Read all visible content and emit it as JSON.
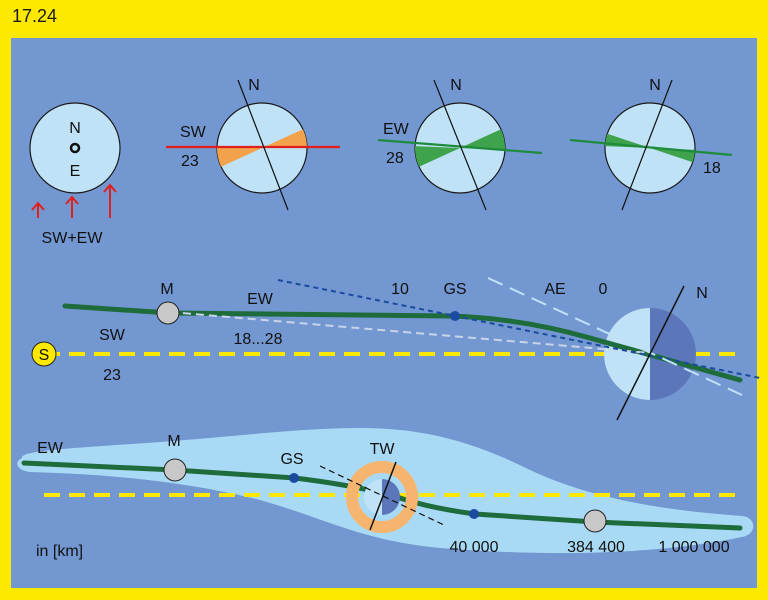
{
  "header": {
    "title": "17.24"
  },
  "colors": {
    "frame": "#fde800",
    "panel": "#7397d0",
    "light_blue": "#bfe2f7",
    "dark_blue": "#5b77b9",
    "green": "#1e6b3c",
    "sector_green": "#3fa34d",
    "sector_orange": "#f2a24a",
    "red": "#e0201c",
    "yellow": "#fde800",
    "ring_orange": "#f6b56f"
  },
  "compass": {
    "north": "N",
    "east": "E",
    "caption": "SW+EW"
  },
  "dials": [
    {
      "north": "N",
      "label": "SW",
      "value": "23"
    },
    {
      "north": "N",
      "label": "EW",
      "value": "28"
    },
    {
      "north": "N",
      "value": "18"
    }
  ],
  "middle": {
    "moon": "M",
    "ew": "EW",
    "sw": "SW",
    "s": "S",
    "s_value": "23",
    "range": "18...28",
    "ten": "10",
    "gs": "GS",
    "ae": "AE",
    "zero": "0",
    "north": "N"
  },
  "bottom": {
    "ew": "EW",
    "moon": "M",
    "gs": "GS",
    "tw": "TW",
    "unit": "in [km]",
    "d1": "40 000",
    "d2": "384 400",
    "d3": "1 000 000"
  }
}
